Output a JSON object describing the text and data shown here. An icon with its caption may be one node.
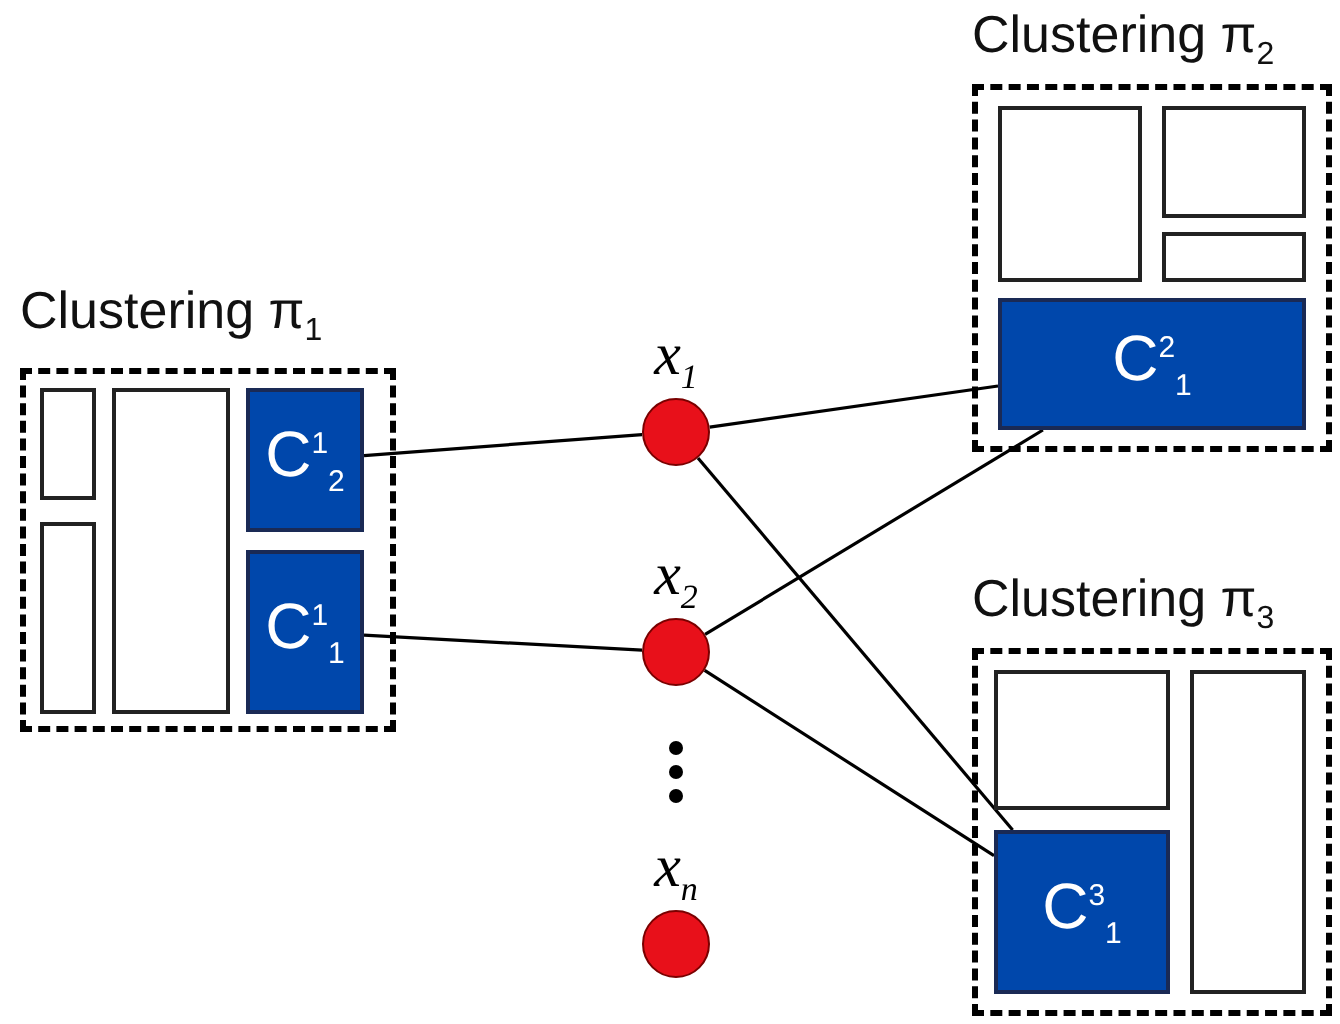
{
  "diagram": {
    "nodes": [
      {
        "text": [
          "Clustering π$_{1}$"
        ]
      },
      {
        "text": [],
        "shape": "box",
        "in": 0
      },
      {
        "text": [],
        "shape": "box",
        "in": 0
      },
      {
        "text": [],
        "shape": "box",
        "in": 0
      },
      {
        "text": [
          "C$^{1}$$_{2}$"
        ],
        "in": 0
      },
      {
        "text": [
          "C$^{1}$$_{1}$"
        ],
        "in": 0
      },
      {
        "text": [
          "x$_{1}$"
        ]
      },
      {
        "text": [
          "x$_{2}$"
        ]
      },
      {
        "text": [
          "x$_{n}$"
        ]
      },
      {
        "text": [
          "Clustering π$_{2}$"
        ]
      },
      {
        "text": [],
        "shape": "box",
        "in": 9
      },
      {
        "text": [],
        "shape": "box",
        "in": 9
      },
      {
        "text": [],
        "shape": "box",
        "in": 9
      },
      {
        "text": [
          "C$^{2}$$_{1}$"
        ],
        "in": 9
      },
      {
        "text": [
          "Clustering π$_{3}$"
        ]
      },
      {
        "text": [],
        "shape": "box",
        "in": 14
      },
      {
        "text": [],
        "shape": "box",
        "in": 14
      },
      {
        "text": [
          "C$^{3}$$_{1}$"
        ],
        "in": 14
      }
    ],
    "edges": [
      {
        "from": 4,
        "to": 6,
        "arrow": "none"
      },
      {
        "from": 5,
        "to": 7,
        "arrow": "none"
      },
      {
        "from": 6,
        "to": 13,
        "arrow": "none"
      },
      {
        "from": 7,
        "to": 13,
        "arrow": "none"
      },
      {
        "from": 6,
        "to": 17,
        "arrow": "none"
      },
      {
        "from": 7,
        "to": 17,
        "arrow": "none"
      }
    ]
  }
}
